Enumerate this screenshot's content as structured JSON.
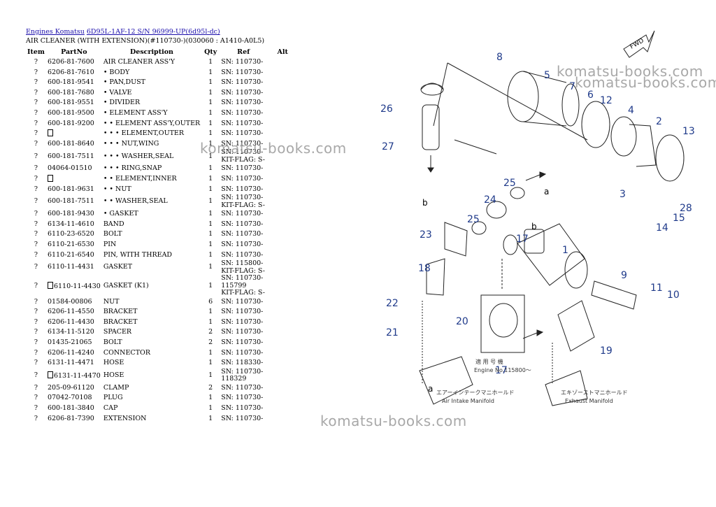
{
  "breadcrumb": {
    "link1": "Engines Komatsu",
    "link2": "6D95L-1AF-12 S/N 96999-UP(6d95l-dc)"
  },
  "subtitle": "AIR CLEANER (WITH EXTENSION)(#110730-)(030060 : A1410-A0L5)",
  "columns": [
    "Item",
    "PartNo",
    "Description",
    "Qty",
    "Ref",
    "Alt"
  ],
  "rows": [
    {
      "item": "?",
      "partno": "6206-81-7600",
      "desc": "AIR CLEANER ASS'Y",
      "qty": "1",
      "ref": "SN: 110730-"
    },
    {
      "item": "?",
      "partno": "6206-81-7610",
      "desc": "• BODY",
      "qty": "1",
      "ref": "SN: 110730-"
    },
    {
      "item": "?",
      "partno": "600-181-9541",
      "desc": "• PAN,DUST",
      "qty": "1",
      "ref": "SN: 110730-"
    },
    {
      "item": "?",
      "partno": "600-181-7680",
      "desc": "• VALVE",
      "qty": "1",
      "ref": "SN: 110730-"
    },
    {
      "item": "?",
      "partno": "600-181-9551",
      "desc": "• DIVIDER",
      "qty": "1",
      "ref": "SN: 110730-"
    },
    {
      "item": "?",
      "partno": "600-181-9500",
      "desc": "• ELEMENT ASS'Y",
      "qty": "1",
      "ref": "SN: 110730-"
    },
    {
      "item": "?",
      "partno": "600-181-9200",
      "desc": "• • ELEMENT ASS'Y,OUTER",
      "qty": "1",
      "ref": "SN: 110730-"
    },
    {
      "item": "?",
      "partno": "",
      "desc": "• • • ELEMENT,OUTER",
      "qty": "1",
      "ref": "SN: 110730-",
      "box": true
    },
    {
      "item": "?",
      "partno": "600-181-8640",
      "desc": "• • • NUT,WING",
      "qty": "1",
      "ref": "SN: 110730-"
    },
    {
      "item": "?",
      "partno": "600-181-7511",
      "desc": "• • • WASHER,SEAL",
      "qty": "1",
      "ref": "SN: 110730-",
      "ref2": "KIT-FLAG: S-"
    },
    {
      "item": "?",
      "partno": "04064-01510",
      "desc": "• • • RING,SNAP",
      "qty": "1",
      "ref": "SN: 110730-"
    },
    {
      "item": "?",
      "partno": "",
      "desc": "• • ELEMENT,INNER",
      "qty": "1",
      "ref": "SN: 110730-",
      "box": true
    },
    {
      "item": "?",
      "partno": "600-181-9631",
      "desc": "• • NUT",
      "qty": "1",
      "ref": "SN: 110730-"
    },
    {
      "item": "?",
      "partno": "600-181-7511",
      "desc": "• • WASHER,SEAL",
      "qty": "1",
      "ref": "SN: 110730-",
      "ref2": "KIT-FLAG: S-"
    },
    {
      "item": "?",
      "partno": "600-181-9430",
      "desc": "• GASKET",
      "qty": "1",
      "ref": "SN: 110730-"
    },
    {
      "item": "?",
      "partno": "6134-11-4610",
      "desc": "BAND",
      "qty": "1",
      "ref": "SN: 110730-"
    },
    {
      "item": "?",
      "partno": "6110-23-6520",
      "desc": "BOLT",
      "qty": "1",
      "ref": "SN: 110730-"
    },
    {
      "item": "?",
      "partno": "6110-21-6530",
      "desc": "PIN",
      "qty": "1",
      "ref": "SN: 110730-"
    },
    {
      "item": "?",
      "partno": "6110-21-6540",
      "desc": "PIN, WITH THREAD",
      "qty": "1",
      "ref": "SN: 110730-"
    },
    {
      "item": "?",
      "partno": "6110-11-4431",
      "desc": "GASKET",
      "qty": "1",
      "ref": "SN: 115800-",
      "ref2": "KIT-FLAG: S-"
    },
    {
      "item": "?",
      "partno": "6110-11-4430",
      "desc": "GASKET (K1)",
      "qty": "1",
      "ref": "SN: 110730-115799",
      "ref2": "KIT-FLAG: S-",
      "box": true
    },
    {
      "item": "?",
      "partno": "01584-00806",
      "desc": "NUT",
      "qty": "6",
      "ref": "SN: 110730-"
    },
    {
      "item": "?",
      "partno": "6206-11-4550",
      "desc": "BRACKET",
      "qty": "1",
      "ref": "SN: 110730-"
    },
    {
      "item": "?",
      "partno": "6206-11-4430",
      "desc": "BRACKET",
      "qty": "1",
      "ref": "SN: 110730-"
    },
    {
      "item": "?",
      "partno": "6134-11-5120",
      "desc": "SPACER",
      "qty": "2",
      "ref": "SN: 110730-"
    },
    {
      "item": "?",
      "partno": "01435-21065",
      "desc": "BOLT",
      "qty": "2",
      "ref": "SN: 110730-"
    },
    {
      "item": "?",
      "partno": "6206-11-4240",
      "desc": "CONNECTOR",
      "qty": "1",
      "ref": "SN: 110730-"
    },
    {
      "item": "?",
      "partno": "6131-11-4471",
      "desc": "HOSE",
      "qty": "1",
      "ref": "SN: 118330-"
    },
    {
      "item": "?",
      "partno": "6131-11-4470",
      "desc": "HOSE",
      "qty": "1",
      "ref": "SN: 110730-118329",
      "box": true
    },
    {
      "item": "?",
      "partno": "205-09-61120",
      "desc": "CLAMP",
      "qty": "2",
      "ref": "SN: 110730-"
    },
    {
      "item": "?",
      "partno": "07042-70108",
      "desc": "PLUG",
      "qty": "1",
      "ref": "SN: 110730-"
    },
    {
      "item": "?",
      "partno": "600-181-3840",
      "desc": "CAP",
      "qty": "1",
      "ref": "SN: 110730-"
    },
    {
      "item": "?",
      "partno": "6206-81-7390",
      "desc": "EXTENSION",
      "qty": "1",
      "ref": "SN: 110730-"
    }
  ],
  "watermark": "komatsu-books.com",
  "diagram": {
    "callouts": [
      "1",
      "2",
      "3",
      "4",
      "5",
      "6",
      "7",
      "8",
      "9",
      "10",
      "11",
      "12",
      "13",
      "14",
      "15",
      "17",
      "17",
      "18",
      "19",
      "20",
      "21",
      "22",
      "23",
      "24",
      "25",
      "25",
      "26",
      "27",
      "28"
    ],
    "letters": [
      "a",
      "a",
      "b",
      "b"
    ],
    "fwd": "FWD",
    "applicable_jp": "適 用 号 機",
    "engine_no": "Engine No.115800〜",
    "intake_jp": "エアーインテークマニホールド",
    "intake_en": "Air Intake Manifold",
    "exhaust_jp": "エキゾーストマニホールド",
    "exhaust_en": "Exhaust Manifold"
  }
}
